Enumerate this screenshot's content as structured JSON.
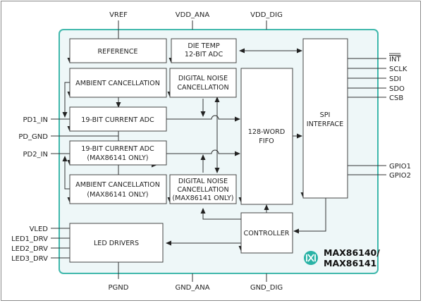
{
  "diagram": {
    "title": "MAX86140/MAX86141 Block Diagram",
    "colors": {
      "chip_border": "#3fb8ac",
      "chip_fill": "#eef7f8",
      "logo": "#2ab3a6",
      "line": "#333333",
      "block_fill": "#ffffff"
    },
    "top_pins": {
      "vref": "VREF",
      "vdd_ana": "VDD_ANA",
      "vdd_dig": "VDD_DIG"
    },
    "bottom_pins": {
      "pgnd": "PGND",
      "gnd_ana": "GND_ANA",
      "gnd_dig": "GND_DIG"
    },
    "left_pins": {
      "pd1_in": "PD1_IN",
      "pd_gnd": "PD_GND",
      "pd2_in": "PD2_IN",
      "vled": "VLED",
      "led1_drv": "LED1_DRV",
      "led2_drv": "LED2_DRV",
      "led3_drv": "LED3_DRV"
    },
    "right_pins": {
      "int": "INT",
      "sclk": "SCLK",
      "sdi": "SDI",
      "sdo": "SDO",
      "csb": "CSB",
      "gpio1": "GPIO1",
      "gpio2": "GPIO2"
    },
    "blocks": {
      "reference": "REFERENCE",
      "die_temp_1": "DIE TEMP",
      "die_temp_2": "12-BIT ADC",
      "ambient1": "AMBIENT CANCELLATION",
      "dnc1_1": "DIGITAL NOISE",
      "dnc1_2": "CANCELLATION",
      "adc1": "19-BIT CURRENT ADC",
      "adc2_1": "19-BIT CURRENT ADC",
      "adc2_2": "(MAX86141 ONLY)",
      "ambient2_1": "AMBIENT CANCELLATION",
      "ambient2_2": "(MAX86141 ONLY)",
      "dnc2_1": "DIGITAL NOISE",
      "dnc2_2": "CANCELLATION",
      "dnc2_3": "(MAX86141 ONLY)",
      "fifo_1": "128-WORD",
      "fifo_2": "FIFO",
      "spi_1": "SPI",
      "spi_2": "INTERFACE",
      "controller": "CONTROLLER",
      "led_drivers": "LED DRIVERS"
    },
    "logo": {
      "icon": "maxim-logo-icon",
      "part_1": "MAX86140/",
      "part_2": "MAX86141"
    }
  }
}
